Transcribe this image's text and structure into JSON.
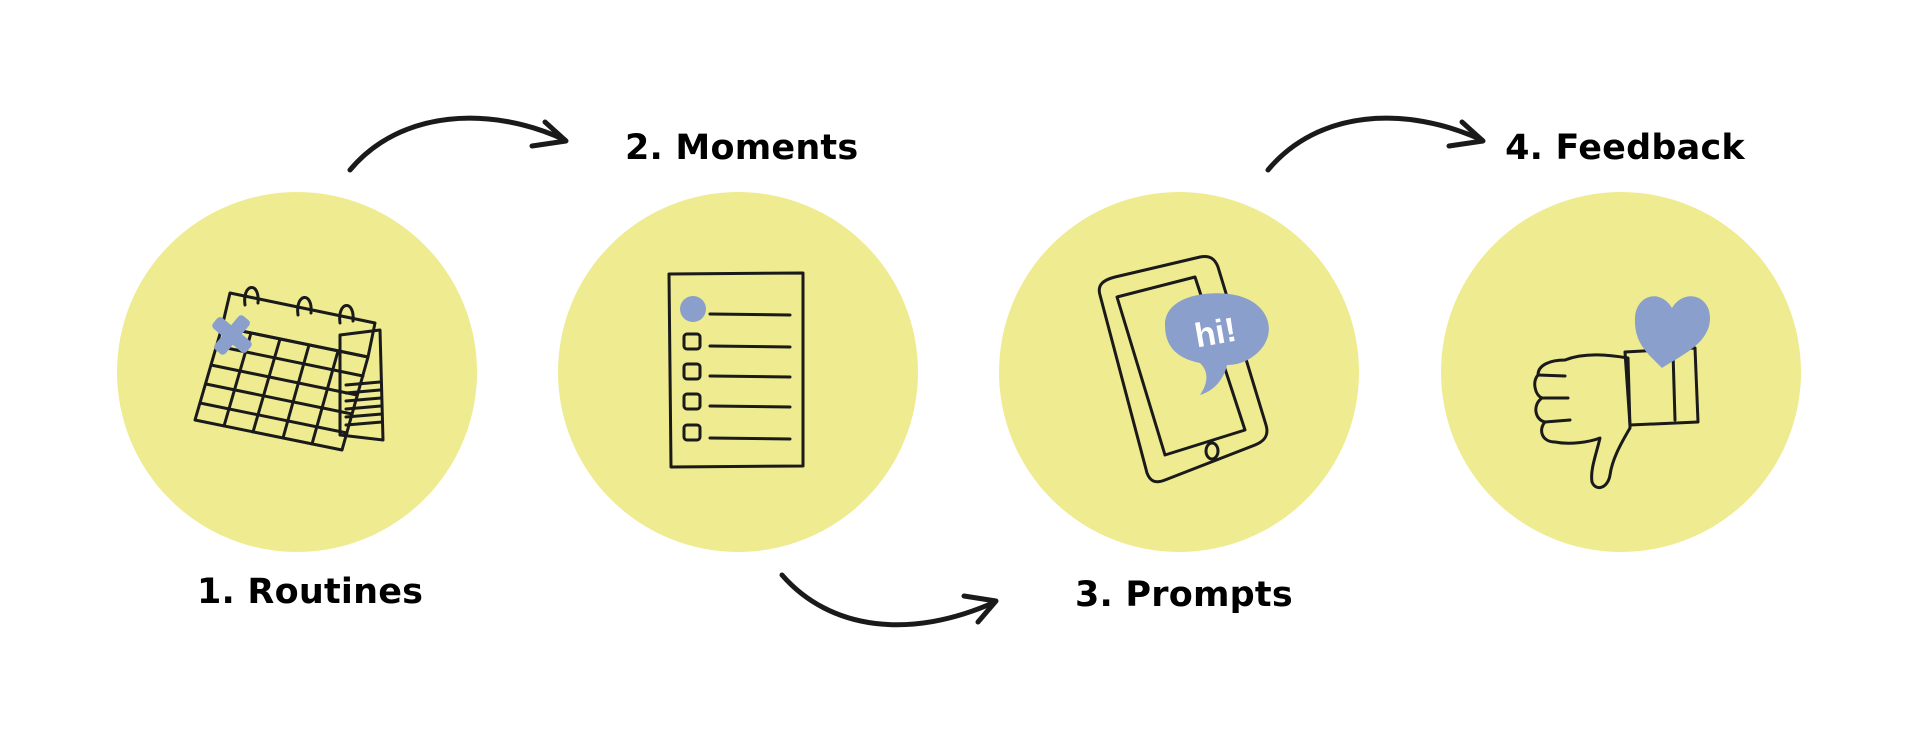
{
  "colors": {
    "circle": "#efeb90",
    "accent": "#8a9fcc",
    "ink": "#1a1a1a"
  },
  "steps": [
    {
      "label": "1. Routines",
      "icon": "calendar-icon"
    },
    {
      "label": "2. Moments",
      "icon": "checklist-icon"
    },
    {
      "label": "3. Prompts",
      "icon": "phone-message-icon"
    },
    {
      "label": "4. Feedback",
      "icon": "thumbs-down-heart-icon"
    }
  ],
  "bubble_text": "hi!"
}
